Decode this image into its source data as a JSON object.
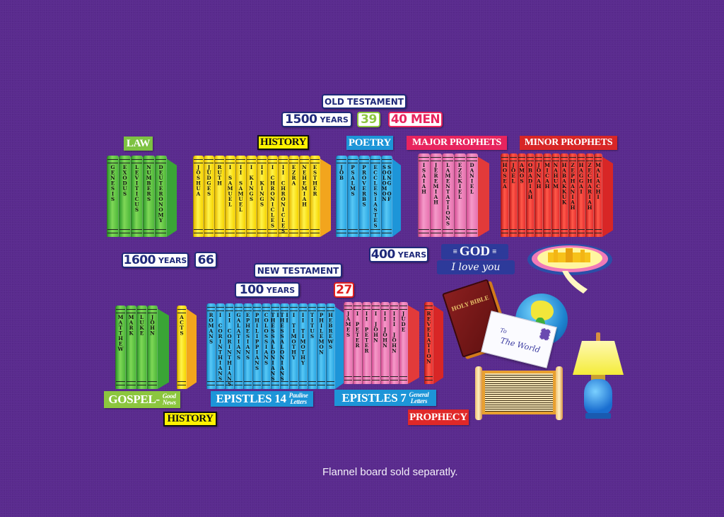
{
  "old_testament": {
    "title": "OLD TESTAMENT",
    "years_num": "1500",
    "years_word": "YEARS",
    "book_count": "39",
    "authors": "40 MEN",
    "categories": [
      {
        "label": "LAW",
        "books": [
          "GENESIS",
          "EXODUS",
          "LEVITICUS",
          "NUMBERS",
          "DEUTERONOMY"
        ]
      },
      {
        "label": "HISTORY",
        "books": [
          "JOSHUA",
          "JUDGES",
          "RUTH",
          "I SAMUEL",
          "II SAMUEL",
          "I KINGS",
          "II KINGS",
          "I CHRONICLES",
          "II CHRONICLES",
          "EZRA",
          "NEHEMIAH",
          "ESTHER"
        ]
      },
      {
        "label": "POETRY",
        "books": [
          "JOB",
          "PSALMS",
          "PROVERBS",
          "ECCLESIASTES",
          "SONG OF SOLOMON"
        ]
      },
      {
        "label": "MAJOR PROPHETS",
        "books": [
          "ISAIAH",
          "JEREMIAH",
          "LAMENTATIONS",
          "EZEKIEL",
          "DANIEL"
        ]
      },
      {
        "label": "MINOR PROPHETS",
        "books": [
          "HOSEA",
          "JOEL",
          "AMOS",
          "OBADIAH",
          "JONAH",
          "MICAH",
          "NAHUM",
          "HABAKKUK",
          "ZEPHANIAH",
          "HAGGAI",
          "ZECHARIAH",
          "MALACHI"
        ]
      }
    ]
  },
  "bible_total": {
    "years_num": "1600",
    "years_word": "YEARS",
    "book_count": "66"
  },
  "intertestamental": {
    "years_num": "400",
    "years_word": "YEARS"
  },
  "god_banner": {
    "title": "GOD",
    "subtitle": "I love you"
  },
  "new_testament": {
    "title": "NEW TESTAMENT",
    "years_num": "100",
    "years_word": "YEARS",
    "book_count": "27",
    "categories": [
      {
        "label": "GOSPEL-",
        "sub1": "Good",
        "sub2": "News",
        "books": [
          "MATTHEW",
          "MARK",
          "LUKE",
          "JOHN"
        ]
      },
      {
        "label": "HISTORY",
        "books": [
          "ACTS"
        ]
      },
      {
        "label": "EPISTLES 14",
        "sub1": "Pauline",
        "sub2": "Letters",
        "books": [
          "ROMANS",
          "I CORINTHIANS",
          "II CORINTHIANS",
          "GALATIANS",
          "EPHESIANS",
          "PHILIPPIANS",
          "COLOSSIANS",
          "I THESSALONIANS",
          "II THESSALONIANS",
          "I TIMOTHY",
          "II TIMOTHY",
          "TITUS",
          "PHILEMON",
          "HEBREWS"
        ]
      },
      {
        "label": "EPISTLES 7",
        "sub1": "General",
        "sub2": "Letters",
        "books": [
          "JAMES",
          "I PETER",
          "II PETER",
          "I JOHN",
          "II JOHN",
          "III JOHN",
          "JUDE"
        ]
      },
      {
        "label": "PROPHECY",
        "books": [
          "REVELATION"
        ]
      }
    ]
  },
  "illustrations": {
    "bible": "HOLY BIBLE",
    "envelope_line1": "To",
    "envelope_line2": "The World"
  },
  "caption": "Flannel board sold separatly.",
  "colors": {
    "background": "#5a2a8e",
    "law": "#4fb83a",
    "history": "#fff200",
    "poetry": "#1d95d8",
    "major_prophets": "#e8245e",
    "minor_prophets": "#d82626",
    "nav_text": "#1f2a7a"
  }
}
